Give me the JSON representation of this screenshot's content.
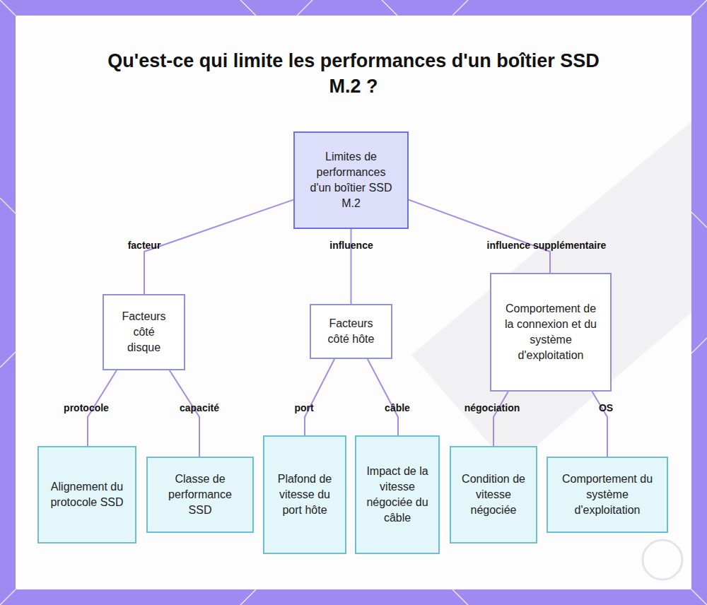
{
  "diagram": {
    "title": "Qu'est-ce qui limite les performances d'un boîtier SSD M.2 ?",
    "nodes": [
      {
        "text": [
          "Limites de performances d'un boîtier SSD M.2"
        ]
      },
      {
        "text": [
          "Facteurs côté disque"
        ]
      },
      {
        "text": [
          "Facteurs côté hôte"
        ]
      },
      {
        "text": [
          "Comportement de la connexion et du système d'exploitation"
        ]
      },
      {
        "text": [
          "Alignement du protocole SSD"
        ]
      },
      {
        "text": [
          "Classe de performance SSD"
        ]
      },
      {
        "text": [
          "Plafond de vitesse du port hôte"
        ]
      },
      {
        "text": [
          "Impact de la vitesse négociée du câble"
        ]
      },
      {
        "text": [
          "Condition de vitesse négociée"
        ]
      },
      {
        "text": [
          "Comportement du système d'exploitation"
        ]
      }
    ],
    "edges": [
      {
        "from": 0,
        "to": 1,
        "label": "facteur",
        "arrow": "none"
      },
      {
        "from": 0,
        "to": 2,
        "label": "influence",
        "arrow": "none"
      },
      {
        "from": 0,
        "to": 3,
        "label": "influence supplémentaire",
        "arrow": "none"
      },
      {
        "from": 1,
        "to": 4,
        "label": "protocole",
        "arrow": "none"
      },
      {
        "from": 1,
        "to": 5,
        "label": "capacité",
        "arrow": "none"
      },
      {
        "from": 2,
        "to": 6,
        "label": "port",
        "arrow": "none"
      },
      {
        "from": 2,
        "to": 7,
        "label": "câble",
        "arrow": "none"
      },
      {
        "from": 3,
        "to": 8,
        "label": "négociation",
        "arrow": "none"
      },
      {
        "from": 3,
        "to": 9,
        "label": "OS",
        "arrow": "none"
      }
    ]
  }
}
